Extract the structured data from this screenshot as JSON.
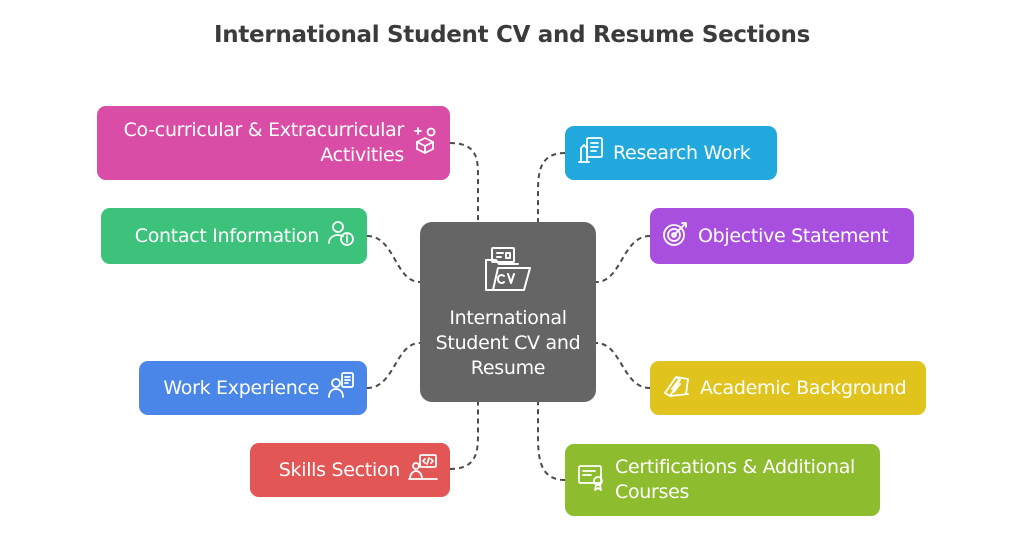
{
  "title": "International Student CV and Resume Sections",
  "center": {
    "label": "International Student CV and Resume",
    "icon": "cv-folder-icon"
  },
  "sections": {
    "cocurricular": {
      "label": "Co-curricular & Extracurricular Activities",
      "color": "#d94da6",
      "icon": "activities-icon"
    },
    "contact": {
      "label": "Contact Information",
      "color": "#3cc27a",
      "icon": "contact-info-icon"
    },
    "work": {
      "label": "Work Experience",
      "color": "#4a86e8",
      "icon": "work-experience-icon"
    },
    "skills": {
      "label": "Skills Section",
      "color": "#e25656",
      "icon": "skills-code-icon"
    },
    "research": {
      "label": "Research Work",
      "color": "#21a8dd",
      "icon": "research-document-icon"
    },
    "objective": {
      "label": "Objective Statement",
      "color": "#a94fe0",
      "icon": "target-icon"
    },
    "academic": {
      "label": "Academic Background",
      "color": "#e0c31c",
      "icon": "books-icon"
    },
    "certifications": {
      "label": "Certifications & Additional Courses",
      "color": "#8dbd2e",
      "icon": "certificate-icon"
    }
  },
  "connector_color": "#4a4a4a"
}
